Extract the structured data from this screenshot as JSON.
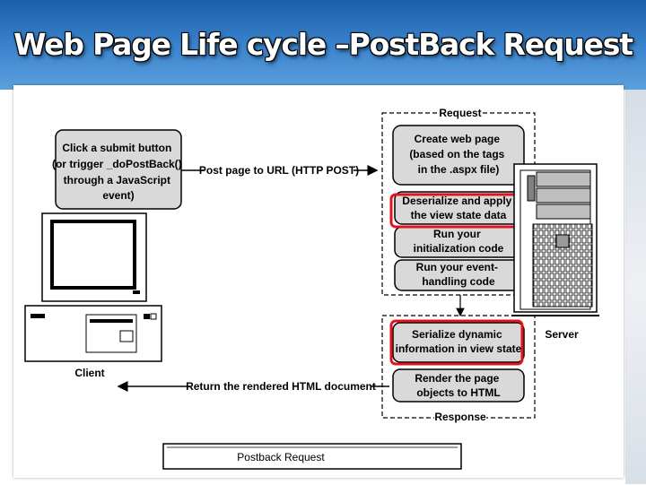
{
  "slide": {
    "title": "Web Page Life cycle –PostBack Request"
  },
  "diagram": {
    "client_action": [
      "Click a submit button",
      "(or trigger _doPostBack()",
      "through a JavaScript",
      "event)"
    ],
    "post_label": "Post page to URL (HTTP POST)",
    "request_label": "Request",
    "steps_request": [
      [
        "Create web page",
        "(based on the tags",
        "in the .aspx file)"
      ],
      [
        "Deserialize and apply",
        "the view state data"
      ],
      [
        "Run your",
        "initialization code"
      ],
      [
        "Run your event-",
        "handling code"
      ]
    ],
    "steps_response": [
      [
        "Serialize dynamic",
        "information in view state"
      ],
      [
        "Render the page",
        "objects to HTML"
      ]
    ],
    "response_label": "Response",
    "return_label": "Return the rendered HTML document",
    "client_label": "Client",
    "server_label": "Server",
    "caption": "Postback Request",
    "edge_glyph": "t",
    "colors": {
      "highlight": "#e0141e",
      "box_fill": "#d9d9d9",
      "title_band": "#2f79c4"
    }
  }
}
